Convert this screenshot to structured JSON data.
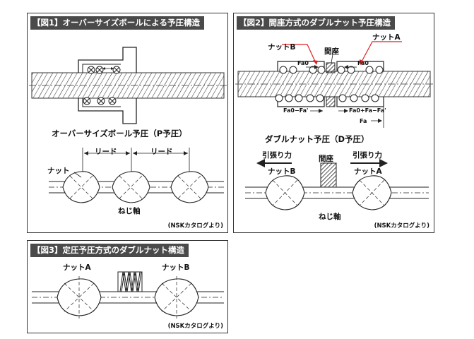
{
  "fig1": {
    "title": "【図1】オーバーサイズボールによる予圧構造",
    "caption": "オーバーサイズボール予圧（P予圧）",
    "lead1": "リード",
    "lead2": "リード",
    "nut": "ナット",
    "screw": "ねじ軸",
    "source": "(NSKカタログより)"
  },
  "fig2": {
    "title": "【図2】間座方式のダブルナット予圧構造",
    "nut_b": "ナットB",
    "nut_a": "ナットA",
    "spacer": "間座",
    "fa0_left": "Fa0",
    "fa0_right": "Fa0",
    "fa0_minus": "Fa0−Fa'",
    "fa0_plus": "Fa0+Fa−Fa'",
    "fa": "Fa",
    "caption": "ダブルナット予圧（D予圧）",
    "tension_left": "引張り力",
    "tension_right": "引張り力",
    "spacer2": "間座",
    "nut_b2": "ナットB",
    "nut_a2": "ナットA",
    "screw": "ねじ軸",
    "source": "(NSKカタログより)"
  },
  "fig3": {
    "title": "【図3】定圧予圧方式のダブルナット構造",
    "nut_a": "ナットA",
    "nut_b": "ナットB",
    "source": "(NSKカタログより)"
  }
}
